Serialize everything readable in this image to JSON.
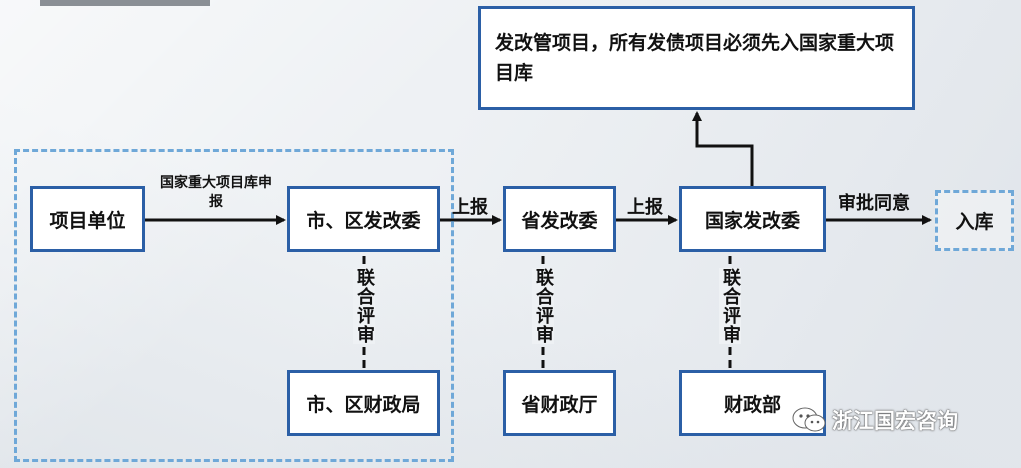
{
  "nodes": {
    "ndrc_top": "发改管项目，所有发债项目必须先入国家重大项目库",
    "project_unit": "项目单位",
    "city_ndrc": "市、区发改委",
    "prov_ndrc": "省发改委",
    "national_ndrc": "国家发改委",
    "enter_db": "入库",
    "city_finance": "市、区财政局",
    "prov_finance": "省财政厅",
    "ministry_finance": "财政部"
  },
  "edges": {
    "apply": "国家重大项目库申报",
    "report1": "上报",
    "report2": "上报",
    "approve": "审批同意",
    "joint1": "联合评审",
    "joint2": "联合评审",
    "joint3": "联合评审"
  },
  "watermark": "浙江国宏咨询",
  "colors": {
    "box_border": "#2b5fa6",
    "dash_border": "#6fa8d8",
    "line": "#111111"
  }
}
